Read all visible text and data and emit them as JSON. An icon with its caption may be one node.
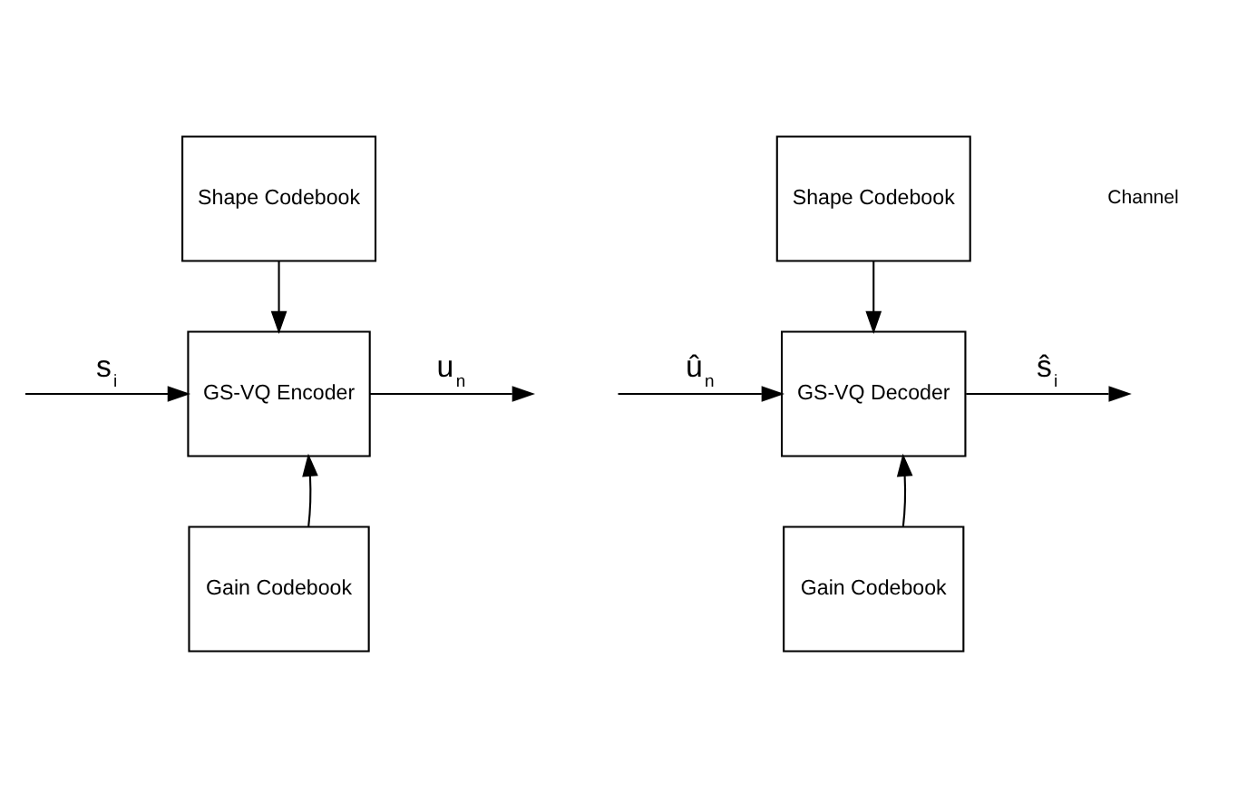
{
  "diagram": {
    "nodes": [
      {
        "text": [
          "Shape Codebook"
        ]
      },
      {
        "text": [
          "GS-VQ Encoder"
        ]
      },
      {
        "text": [
          "Gain Codebook"
        ]
      },
      {
        "text": [
          "Shape Codebook"
        ]
      },
      {
        "text": [
          "GS-VQ Decoder"
        ]
      },
      {
        "text": [
          "Gain Codebook"
        ]
      }
    ],
    "edges": [
      {
        "from": 0,
        "to": 1,
        "arrow": "to"
      },
      {
        "from": 2,
        "to": 1,
        "arrow": "to"
      },
      {
        "from": null,
        "to": 1,
        "arrow": "to",
        "label": "s$_{i}$"
      },
      {
        "from": 1,
        "to": null,
        "arrow": "to",
        "label": "u$_{n}$"
      },
      {
        "from": 3,
        "to": 4,
        "arrow": "to"
      },
      {
        "from": 5,
        "to": 4,
        "arrow": "to"
      },
      {
        "from": null,
        "to": 4,
        "arrow": "to",
        "label": "û$_{n}$"
      },
      {
        "from": 4,
        "to": null,
        "arrow": "to",
        "label": "ŝ$_{i}$"
      }
    ],
    "labels": [
      "Channel"
    ]
  }
}
